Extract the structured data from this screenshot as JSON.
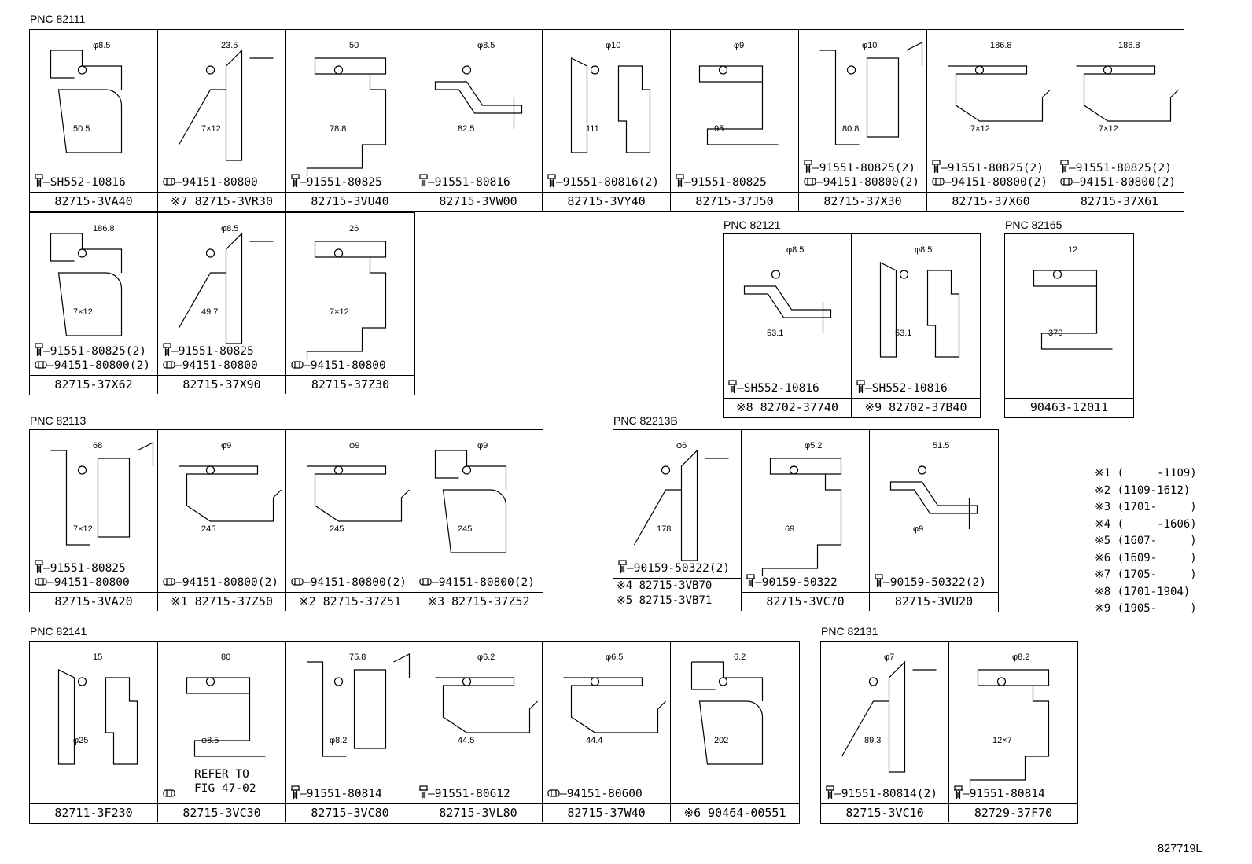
{
  "diagram_id": "827719L",
  "groups": [
    {
      "pnc": "PNC 82111",
      "rows": [
        [
          {
            "part": "82715-3VA40",
            "fasteners": [
              {
                "type": "bolt",
                "num": "SH552-10816"
              }
            ],
            "dims": [
              "φ8.5",
              "50.5"
            ]
          },
          {
            "part": "※7 82715-3VR30",
            "fasteners": [
              {
                "type": "nut",
                "num": "94151-80800"
              }
            ],
            "dims": [
              "23.5",
              "7×12"
            ]
          },
          {
            "part": "82715-3VU40",
            "fasteners": [
              {
                "type": "bolt",
                "num": "91551-80825"
              }
            ],
            "dims": [
              "50",
              "78.8"
            ]
          },
          {
            "part": "82715-3VW00",
            "fasteners": [
              {
                "type": "bolt",
                "num": "91551-80816"
              }
            ],
            "dims": [
              "φ8.5",
              "82.5"
            ]
          },
          {
            "part": "82715-3VY40",
            "fasteners": [
              {
                "type": "bolt",
                "num": "91551-80816(2)"
              }
            ],
            "dims": [
              "φ10",
              "111"
            ]
          },
          {
            "part": "82715-37J50",
            "fasteners": [
              {
                "type": "bolt",
                "num": "91551-80825"
              }
            ],
            "dims": [
              "φ9",
              "95"
            ]
          },
          {
            "part": "82715-37X30",
            "fasteners": [
              {
                "type": "bolt",
                "num": "91551-80825(2)"
              },
              {
                "type": "nut",
                "num": "94151-80800(2)"
              }
            ],
            "dims": [
              "φ10",
              "80.8"
            ]
          },
          {
            "part": "82715-37X60",
            "fasteners": [
              {
                "type": "bolt",
                "num": "91551-80825(2)"
              },
              {
                "type": "nut",
                "num": "94151-80800(2)"
              }
            ],
            "dims": [
              "186.8",
              "7×12"
            ]
          },
          {
            "part": "82715-37X61",
            "fasteners": [
              {
                "type": "bolt",
                "num": "91551-80825(2)"
              },
              {
                "type": "nut",
                "num": "94151-80800(2)"
              }
            ],
            "dims": [
              "186.8",
              "7×12"
            ]
          }
        ],
        [
          {
            "part": "82715-37X62",
            "fasteners": [
              {
                "type": "bolt",
                "num": "91551-80825(2)"
              },
              {
                "type": "nut",
                "num": "94151-80800(2)"
              }
            ],
            "dims": [
              "186.8",
              "7×12"
            ]
          },
          {
            "part": "82715-37X90",
            "fasteners": [
              {
                "type": "bolt",
                "num": "91551-80825"
              },
              {
                "type": "nut",
                "num": "94151-80800"
              }
            ],
            "dims": [
              "φ8.5",
              "49.7"
            ]
          },
          {
            "part": "82715-37Z30",
            "fasteners": [
              {
                "type": "nut",
                "num": "94151-80800"
              }
            ],
            "dims": [
              "26",
              "7×12"
            ]
          }
        ]
      ]
    },
    {
      "pnc": "PNC 82121",
      "rows": [
        [
          {
            "part": "※8 82702-37740",
            "fasteners": [
              {
                "type": "bolt",
                "num": "SH552-10816"
              }
            ],
            "dims": [
              "φ8.5",
              "53.1"
            ]
          },
          {
            "part": "※9 82702-37B40",
            "fasteners": [
              {
                "type": "bolt",
                "num": "SH552-10816"
              }
            ],
            "dims": [
              "φ8.5",
              "53.1"
            ]
          }
        ]
      ]
    },
    {
      "pnc": "PNC 82165",
      "rows": [
        [
          {
            "part": "90463-12011",
            "fasteners": [],
            "dims": [
              "12",
              "370"
            ]
          }
        ]
      ]
    },
    {
      "pnc": "PNC 82113",
      "rows": [
        [
          {
            "part": "82715-3VA20",
            "fasteners": [
              {
                "type": "bolt",
                "num": "91551-80825"
              },
              {
                "type": "nut",
                "num": "94151-80800"
              }
            ],
            "dims": [
              "68",
              "7×12"
            ]
          },
          {
            "part": "※1 82715-37Z50",
            "fasteners": [
              {
                "type": "nut",
                "num": "94151-80800(2)"
              }
            ],
            "dims": [
              "φ9",
              "245"
            ]
          },
          {
            "part": "※2 82715-37Z51",
            "fasteners": [
              {
                "type": "nut",
                "num": "94151-80800(2)"
              }
            ],
            "dims": [
              "φ9",
              "245"
            ]
          },
          {
            "part": "※3 82715-37Z52",
            "fasteners": [
              {
                "type": "nut",
                "num": "94151-80800(2)"
              }
            ],
            "dims": [
              "φ9",
              "245"
            ]
          }
        ]
      ]
    },
    {
      "pnc": "PNC 82213B",
      "rows": [
        [
          {
            "part": "※4 82715-3VB70",
            "part2": "※5 82715-3VB71",
            "fasteners": [
              {
                "type": "bolt",
                "num": "90159-50322(2)"
              }
            ],
            "dims": [
              "φ6",
              "178"
            ]
          },
          {
            "part": "82715-3VC70",
            "fasteners": [
              {
                "type": "bolt",
                "num": "90159-50322"
              }
            ],
            "dims": [
              "φ5.2",
              "69"
            ]
          },
          {
            "part": "82715-3VU20",
            "fasteners": [
              {
                "type": "bolt",
                "num": "90159-50322(2)"
              }
            ],
            "dims": [
              "51.5",
              "φ9"
            ]
          }
        ]
      ]
    },
    {
      "pnc": "PNC 82141",
      "rows": [
        [
          {
            "part": "82711-3F230",
            "fasteners": [],
            "dims": [
              "15",
              "φ25"
            ]
          },
          {
            "part": "82715-3VC30",
            "fasteners": [
              {
                "type": "nut",
                "num": ""
              }
            ],
            "dims": [
              "80",
              "φ8.5"
            ],
            "ref": "REFER TO\nFIG 47-02"
          },
          {
            "part": "82715-3VC80",
            "fasteners": [
              {
                "type": "bolt",
                "num": "91551-80814"
              }
            ],
            "dims": [
              "75.8",
              "φ8.2"
            ]
          },
          {
            "part": "82715-3VL80",
            "fasteners": [
              {
                "type": "bolt",
                "num": "91551-80612"
              }
            ],
            "dims": [
              "φ6.2",
              "44.5"
            ]
          },
          {
            "part": "82715-37W40",
            "fasteners": [
              {
                "type": "nut",
                "num": "94151-80600"
              }
            ],
            "dims": [
              "φ6.5",
              "44.4"
            ]
          },
          {
            "part": "※6 90464-00551",
            "fasteners": [],
            "dims": [
              "6.2",
              "202"
            ]
          }
        ]
      ]
    },
    {
      "pnc": "PNC 82131",
      "rows": [
        [
          {
            "part": "82715-3VC10",
            "fasteners": [
              {
                "type": "bolt",
                "num": "91551-80814(2)"
              }
            ],
            "dims": [
              "φ7",
              "89.3"
            ]
          },
          {
            "part": "82729-37F70",
            "fasteners": [
              {
                "type": "bolt",
                "num": "91551-80814"
              }
            ],
            "dims": [
              "φ8.2",
              "12×7"
            ]
          }
        ]
      ]
    }
  ],
  "notes": [
    "※1 (     -1109)",
    "※2 (1109-1612)",
    "※3 (1701-     )",
    "※4 (     -1606)",
    "※5 (1607-     )",
    "※6 (1609-     )",
    "※7 (1705-     )",
    "※8 (1701-1904)",
    "※9 (1905-     )"
  ]
}
